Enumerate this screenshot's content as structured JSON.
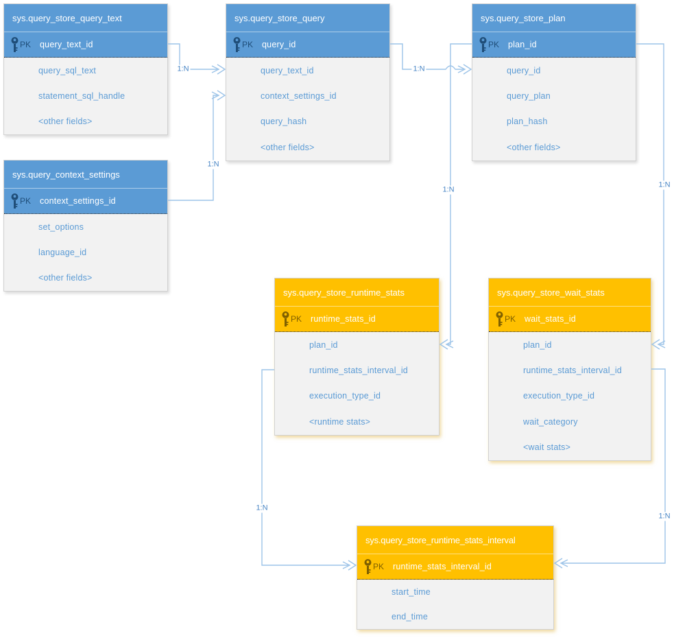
{
  "colors": {
    "blue_header": "#5B9BD5",
    "orange_header": "#FFC000",
    "body_background": "#F2F2F2",
    "field_text": "#5B9BD5",
    "connector_line": "#9CC3E8",
    "pk_accent_blue": "#1F4E79",
    "pk_accent_orange": "#7F6000"
  },
  "tables": [
    {
      "name": "sys.query_store_query_text",
      "theme": "blue",
      "pk_badge": "PK",
      "pk_field": "query_text_id",
      "fields": [
        "query_sql_text",
        "statement_sql_handle",
        "<other fields>"
      ]
    },
    {
      "name": "sys.query_store_query",
      "theme": "blue",
      "pk_badge": "PK",
      "pk_field": "query_id",
      "fields": [
        "query_text_id",
        "context_settings_id",
        "query_hash",
        "<other fields>"
      ]
    },
    {
      "name": "sys.query_store_plan",
      "theme": "blue",
      "pk_badge": "PK",
      "pk_field": "plan_id",
      "fields": [
        "query_id",
        "query_plan",
        "plan_hash",
        "<other fields>"
      ]
    },
    {
      "name": "sys.query_context_settings",
      "theme": "blue",
      "pk_badge": "PK",
      "pk_field": "context_settings_id",
      "fields": [
        "set_options",
        "language_id",
        "<other fields>"
      ]
    },
    {
      "name": "sys.query_store_runtime_stats",
      "theme": "orange",
      "pk_badge": "PK",
      "pk_field": "runtime_stats_id",
      "fields": [
        "plan_id",
        "runtime_stats_interval_id",
        "execution_type_id",
        "<runtime stats>"
      ]
    },
    {
      "name": "sys.query_store_wait_stats",
      "theme": "orange",
      "pk_badge": "PK",
      "pk_field": "wait_stats_id",
      "fields": [
        "plan_id",
        "runtime_stats_interval_id",
        "execution_type_id",
        "wait_category",
        "<wait stats>"
      ]
    },
    {
      "name": "sys.query_store_runtime_stats_interval",
      "theme": "orange",
      "pk_badge": "PK",
      "pk_field": "runtime_stats_interval_id",
      "fields": [
        "start_time",
        "end_time"
      ]
    }
  ],
  "connectors": [
    {
      "label": "1:N",
      "from": "sys.query_store_query_text.query_text_id",
      "to": "sys.query_store_query.query_text_id"
    },
    {
      "label": "1:N",
      "from": "sys.query_context_settings.context_settings_id",
      "to": "sys.query_store_query.context_settings_id"
    },
    {
      "label": "1:N",
      "from": "sys.query_store_query.query_id",
      "to": "sys.query_store_plan.query_id"
    },
    {
      "label": "1:N",
      "from": "sys.query_store_plan.plan_id",
      "to": "sys.query_store_runtime_stats.plan_id"
    },
    {
      "label": "1:N",
      "from": "sys.query_store_plan.plan_id",
      "to": "sys.query_store_wait_stats.plan_id"
    },
    {
      "label": "1:N",
      "from": "sys.query_store_runtime_stats.runtime_stats_interval_id",
      "to": "sys.query_store_runtime_stats_interval.runtime_stats_interval_id"
    },
    {
      "label": "1:N",
      "from": "sys.query_store_wait_stats.runtime_stats_interval_id",
      "to": "sys.query_store_runtime_stats_interval.runtime_stats_interval_id"
    }
  ]
}
